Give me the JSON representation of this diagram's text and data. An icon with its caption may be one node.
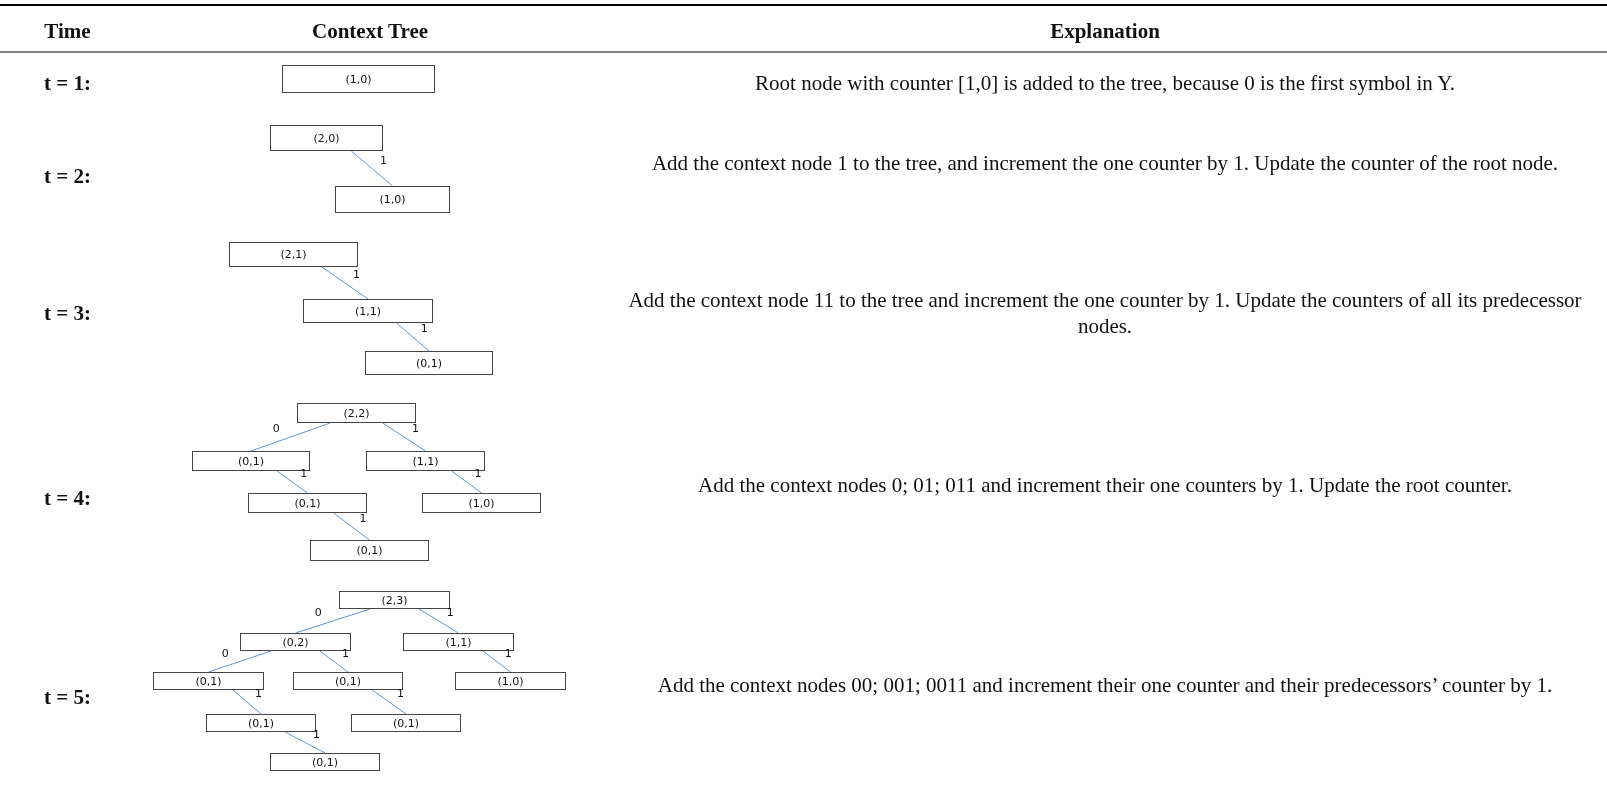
{
  "diagram": {
    "nodes": [
      {
        "text": [
          "(1,0)"
        ]
      },
      {
        "text": [
          "(2,0)"
        ]
      },
      {
        "text": [
          "(1,0)"
        ]
      },
      {
        "text": [
          "(2,1)"
        ]
      },
      {
        "text": [
          "(1,1)"
        ]
      },
      {
        "text": [
          "(0,1)"
        ]
      },
      {
        "text": [
          "(2,2)"
        ]
      },
      {
        "text": [
          "(0,1)"
        ]
      },
      {
        "text": [
          "(1,1)"
        ]
      },
      {
        "text": [
          "(0,1)"
        ]
      },
      {
        "text": [
          "(1,0)"
        ]
      },
      {
        "text": [
          "(0,1)"
        ]
      },
      {
        "text": [
          "(2,3)"
        ]
      },
      {
        "text": [
          "(0,2)"
        ]
      },
      {
        "text": [
          "(1,1)"
        ]
      },
      {
        "text": [
          "(0,1)"
        ]
      },
      {
        "text": [
          "(0,1)"
        ]
      },
      {
        "text": [
          "(1,0)"
        ]
      },
      {
        "text": [
          "(0,1)"
        ]
      },
      {
        "text": [
          "(0,1)"
        ]
      },
      {
        "text": [
          "(0,1)"
        ]
      }
    ],
    "edges": [
      {
        "from": 1,
        "to": 2,
        "arrow": "none",
        "label": "1"
      },
      {
        "from": 3,
        "to": 4,
        "arrow": "none",
        "label": "1"
      },
      {
        "from": 4,
        "to": 5,
        "arrow": "none",
        "label": "1"
      },
      {
        "from": 6,
        "to": 7,
        "arrow": "none",
        "label": "0"
      },
      {
        "from": 6,
        "to": 8,
        "arrow": "none",
        "label": "1"
      },
      {
        "from": 7,
        "to": 9,
        "arrow": "none",
        "label": "1"
      },
      {
        "from": 8,
        "to": 10,
        "arrow": "none",
        "label": "1"
      },
      {
        "from": 9,
        "to": 11,
        "arrow": "none",
        "label": "1"
      },
      {
        "from": 12,
        "to": 13,
        "arrow": "none",
        "label": "0"
      },
      {
        "from": 12,
        "to": 14,
        "arrow": "none",
        "label": "1"
      },
      {
        "from": 13,
        "to": 15,
        "arrow": "none",
        "label": "0"
      },
      {
        "from": 13,
        "to": 16,
        "arrow": "none",
        "label": "1"
      },
      {
        "from": 14,
        "to": 17,
        "arrow": "none",
        "label": "1"
      },
      {
        "from": 15,
        "to": 18,
        "arrow": "none",
        "label": "1"
      },
      {
        "from": 16,
        "to": 19,
        "arrow": "none",
        "label": "1"
      },
      {
        "from": 18,
        "to": 20,
        "arrow": "none",
        "label": "1"
      }
    ],
    "labels": [
      "Time",
      "Context Tree",
      "Explanation",
      "t = 1:",
      "Root node with counter [1,0] is added to the tree, because 0 is the first symbol in Y.",
      "t = 2:",
      "Add the context node 1 to the tree, and increment the one counter by 1. Update the counter of the root node.",
      "t = 3:",
      "Add the context node 11 to the tree and increment the one counter by 1. Update the counters of all its predecessor nodes.",
      "t = 4:",
      "Add the context nodes 0; 01; 011 and increment their one counters by 1. Update the root counter.",
      "t = 5:",
      "Add the context nodes 00; 001; 0011 and increment their one counter and their predecessors’ counter by 1."
    ]
  }
}
